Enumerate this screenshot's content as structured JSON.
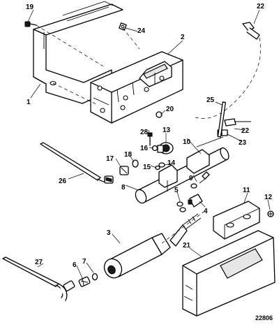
{
  "figure_number": "22806",
  "callouts": {
    "c1": "1",
    "c2": "2",
    "c3": "3",
    "c4": "4",
    "c5": "5",
    "c6": "6",
    "c7": "7",
    "c8": "8",
    "c9": "9",
    "c10": "10",
    "c11": "11",
    "c12": "12",
    "c13": "13",
    "c14": "14",
    "c15": "15",
    "c16": "16",
    "c17": "17",
    "c18": "18",
    "c19": "19",
    "c20": "20",
    "c21": "21",
    "c22a": "22",
    "c22b": "22",
    "c23": "23",
    "c24": "24",
    "c25": "25",
    "c26": "26",
    "c27": "27",
    "c28": "28"
  }
}
